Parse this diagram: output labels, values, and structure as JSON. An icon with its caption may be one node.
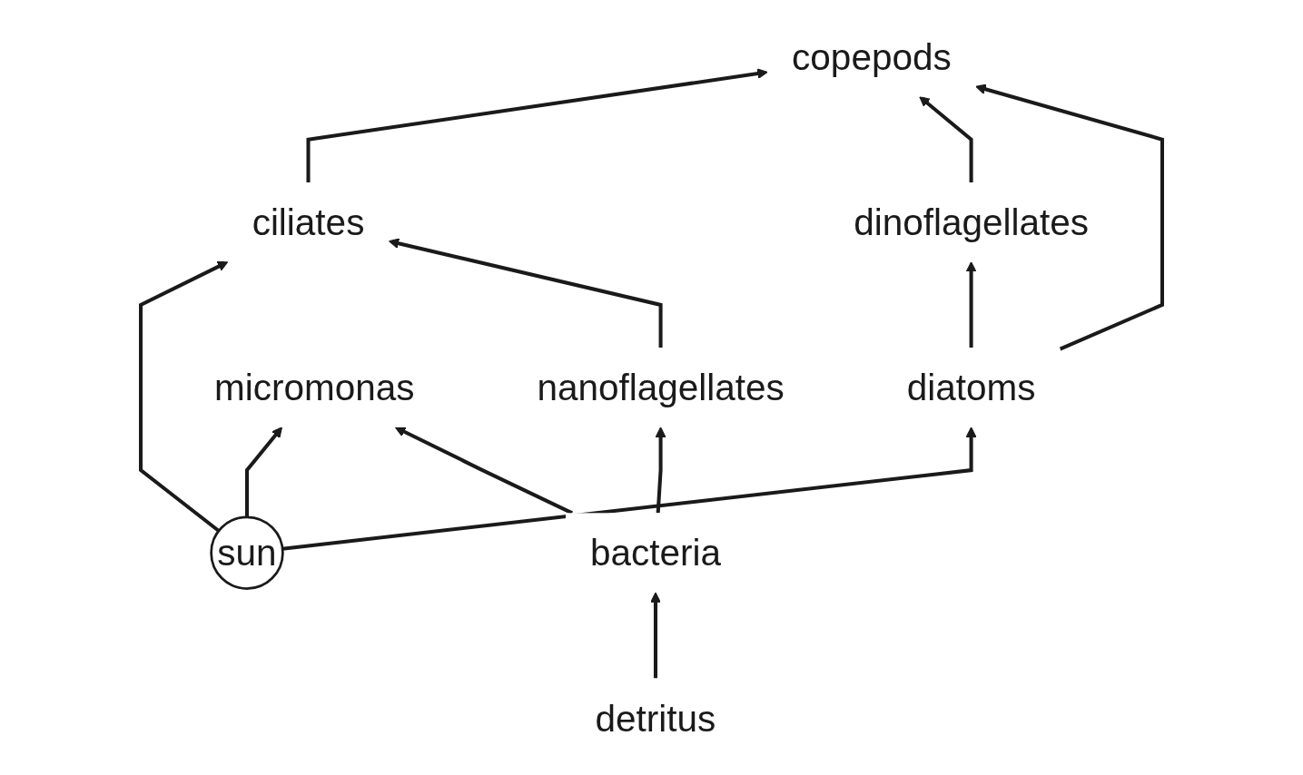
{
  "diagram": {
    "nodes": [
      {
        "text": [
          "copepods"
        ]
      },
      {
        "text": [
          "dinoflagellates"
        ]
      },
      {
        "text": [
          "ciliates"
        ]
      },
      {
        "text": [
          "diatoms"
        ]
      },
      {
        "text": [
          "sun"
        ]
      },
      {
        "text": [
          "nanoflagellates"
        ]
      },
      {
        "text": [
          "micromonas"
        ]
      },
      {
        "text": [
          "detritus"
        ]
      },
      {
        "text": [
          "bacteria"
        ]
      }
    ],
    "edges": [
      {
        "from": 2,
        "to": 0,
        "arrow": "to"
      },
      {
        "from": 1,
        "to": 0,
        "arrow": "to"
      },
      {
        "from": 3,
        "to": 0,
        "arrow": "to"
      },
      {
        "from": 3,
        "to": 1,
        "arrow": "to"
      },
      {
        "from": 4,
        "to": 2,
        "arrow": "to"
      },
      {
        "from": 4,
        "to": 3,
        "arrow": "to"
      },
      {
        "from": 5,
        "to": 2,
        "arrow": "to"
      },
      {
        "from": 4,
        "to": 6,
        "arrow": "to"
      },
      {
        "from": 8,
        "to": 5,
        "arrow": "to"
      },
      {
        "from": 8,
        "to": 6,
        "arrow": "to"
      },
      {
        "from": 7,
        "to": 8,
        "arrow": "to"
      }
    ]
  }
}
